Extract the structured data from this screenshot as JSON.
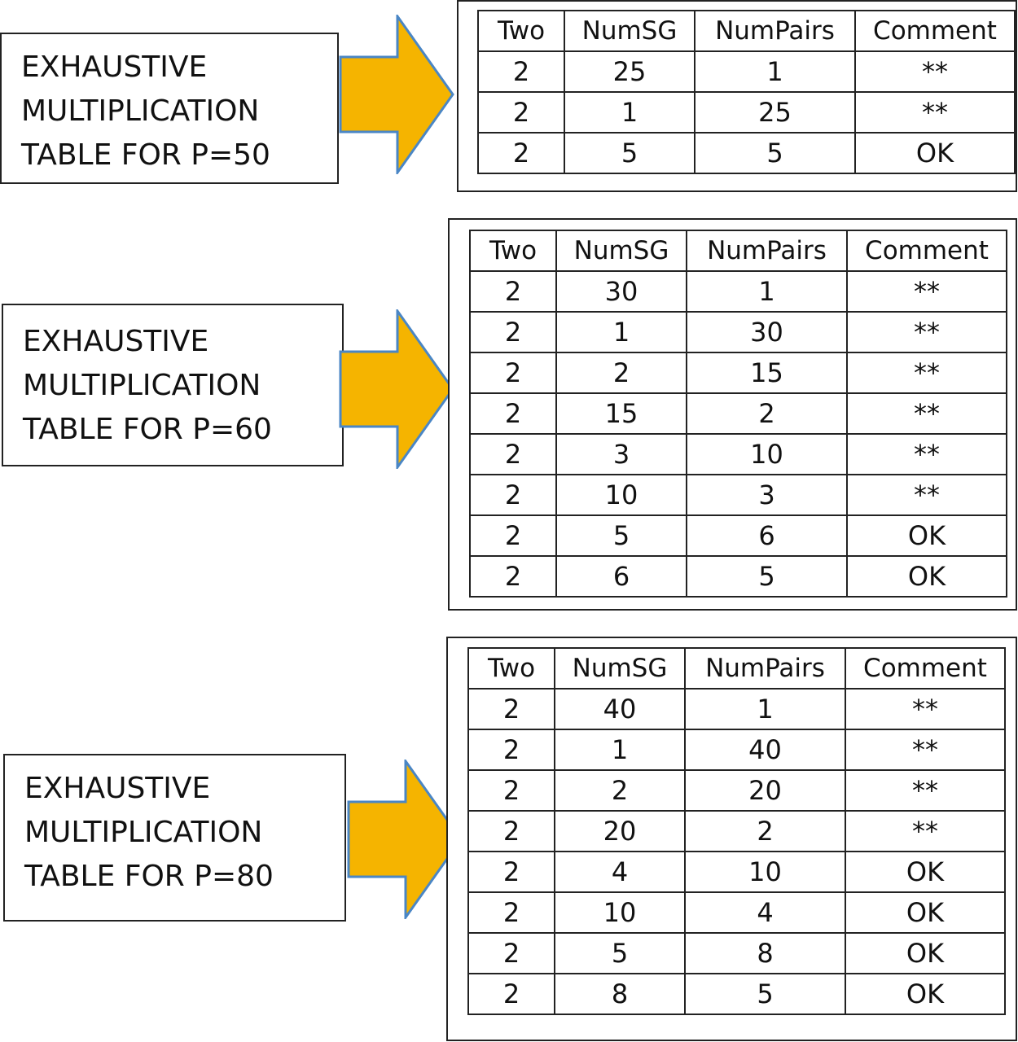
{
  "headers": [
    "Two",
    "NumSG",
    "NumPairs",
    "Comment"
  ],
  "arrow_color": "#F5B400",
  "arrow_stroke": "#4A86C5",
  "sections": [
    {
      "label": [
        "EXHAUSTIVE",
        "MULTIPLICATION",
        "TABLE FOR P=50"
      ],
      "rows": [
        [
          "2",
          "25",
          "1",
          "**"
        ],
        [
          "2",
          "1",
          "25",
          "**"
        ],
        [
          "2",
          "5",
          "5",
          "OK"
        ]
      ]
    },
    {
      "label": [
        "EXHAUSTIVE",
        "MULTIPLICATION",
        "TABLE FOR P=60"
      ],
      "rows": [
        [
          "2",
          "30",
          "1",
          "**"
        ],
        [
          "2",
          "1",
          "30",
          "**"
        ],
        [
          "2",
          "2",
          "15",
          "**"
        ],
        [
          "2",
          "15",
          "2",
          "**"
        ],
        [
          "2",
          "3",
          "10",
          "**"
        ],
        [
          "2",
          "10",
          "3",
          "**"
        ],
        [
          "2",
          "5",
          "6",
          "OK"
        ],
        [
          "2",
          "6",
          "5",
          "OK"
        ]
      ]
    },
    {
      "label": [
        "EXHAUSTIVE",
        "MULTIPLICATION",
        "TABLE FOR P=80"
      ],
      "rows": [
        [
          "2",
          "40",
          "1",
          "**"
        ],
        [
          "2",
          "1",
          "40",
          "**"
        ],
        [
          "2",
          "2",
          "20",
          "**"
        ],
        [
          "2",
          "20",
          "2",
          "**"
        ],
        [
          "2",
          "4",
          "10",
          "OK"
        ],
        [
          "2",
          "10",
          "4",
          "OK"
        ],
        [
          "2",
          "5",
          "8",
          "OK"
        ],
        [
          "2",
          "8",
          "5",
          "OK"
        ]
      ]
    }
  ]
}
